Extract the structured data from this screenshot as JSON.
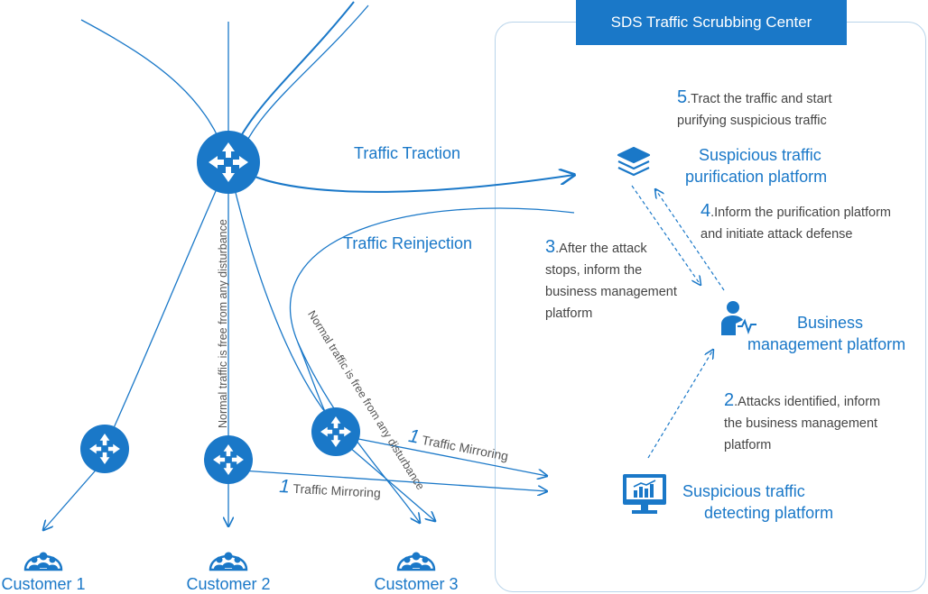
{
  "center": {
    "title": "SDS Traffic Scrubbing Center"
  },
  "flows": {
    "traction": "Traffic Traction",
    "reinjection": "Traffic Reinjection",
    "normal_1": "Normal traffic is free from any disturbance",
    "normal_2": "Normal traffic is free from any disturbance",
    "mirror_1_num": "1",
    "mirror_1_label": "Traffic Mirroring",
    "mirror_2_num": "1",
    "mirror_2_label": "Traffic Mirroring"
  },
  "platforms": {
    "purification": {
      "line1": "Suspicious traffic",
      "line2": "purification platform"
    },
    "business": {
      "line1": "Business",
      "line2": "management platform"
    },
    "detecting": {
      "line1": "Suspicious traffic",
      "line2": "detecting platform"
    }
  },
  "steps": [
    {
      "num": "5",
      "line1": ".Tract the traffic and start",
      "line2": "purifying suspicious traffic"
    },
    {
      "num": "4",
      "line1": ".Inform the purification platform",
      "line2": "and initiate attack defense"
    },
    {
      "num": "3",
      "line1": ".After the attack",
      "line2": "stops, inform the",
      "line3": "business management",
      "line4": "platform"
    },
    {
      "num": "2",
      "line1": ".Attacks identified, inform",
      "line2": "the business management",
      "line3": "platform"
    }
  ],
  "customers": [
    "Customer 1",
    "Customer 2",
    "Customer 3"
  ],
  "colors": {
    "accent": "#1a78c8",
    "box_border": "#b9d4ea",
    "text_gray": "#444444"
  },
  "icons": [
    "router-icon",
    "layers-icon",
    "operator-icon",
    "monitor-chart-icon",
    "customer-group-icon"
  ]
}
